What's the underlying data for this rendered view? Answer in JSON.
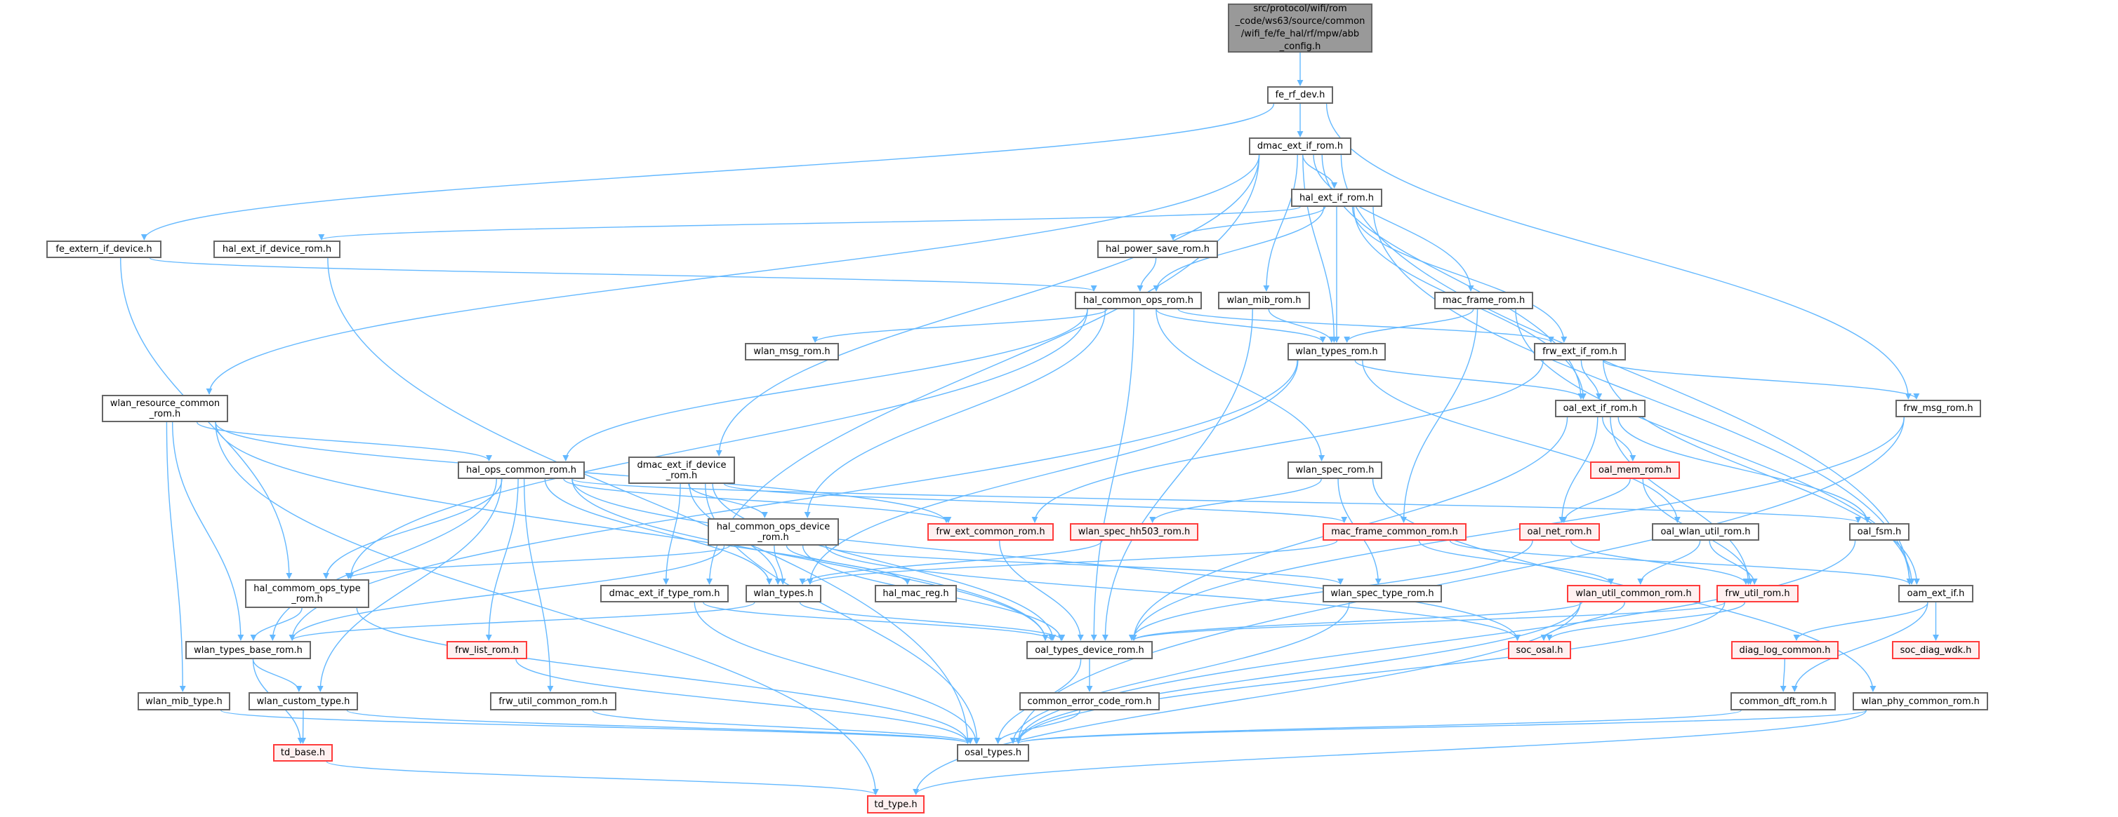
{
  "graph": {
    "type": "include-dependency-graph",
    "edge_color": "#63b8ff",
    "highlight_border_color": "#ff3b3b",
    "root_fill_color": "#999999",
    "nodes": [
      {
        "id": "root",
        "label": "src/protocol/wifi/rom\n_code/ws63/source/common\n/wifi_fe/fe_hal/rf/mpw/abb\n_config.h",
        "kind": "root"
      },
      {
        "id": "fe_rf_dev",
        "label": "fe_rf_dev.h",
        "kind": "normal"
      },
      {
        "id": "dmac_ext_if_rom",
        "label": "dmac_ext_if_rom.h",
        "kind": "normal"
      },
      {
        "id": "hal_ext_if_rom",
        "label": "hal_ext_if_rom.h",
        "kind": "normal"
      },
      {
        "id": "fe_extern_if_device",
        "label": "fe_extern_if_device.h",
        "kind": "normal"
      },
      {
        "id": "hal_ext_if_device_rom",
        "label": "hal_ext_if_device_rom.h",
        "kind": "normal"
      },
      {
        "id": "hal_power_save_rom",
        "label": "hal_power_save_rom.h",
        "kind": "normal"
      },
      {
        "id": "hal_common_ops_rom",
        "label": "hal_common_ops_rom.h",
        "kind": "normal"
      },
      {
        "id": "wlan_mib_rom",
        "label": "wlan_mib_rom.h",
        "kind": "normal"
      },
      {
        "id": "mac_frame_rom",
        "label": "mac_frame_rom.h",
        "kind": "normal"
      },
      {
        "id": "wlan_msg_rom",
        "label": "wlan_msg_rom.h",
        "kind": "normal"
      },
      {
        "id": "wlan_types_rom",
        "label": "wlan_types_rom.h",
        "kind": "normal"
      },
      {
        "id": "frw_ext_if_rom",
        "label": "frw_ext_if_rom.h",
        "kind": "normal"
      },
      {
        "id": "wlan_resource_common_rom",
        "label": "wlan_resource_common\n_rom.h",
        "kind": "normal"
      },
      {
        "id": "oal_ext_if_rom",
        "label": "oal_ext_if_rom.h",
        "kind": "normal"
      },
      {
        "id": "frw_msg_rom",
        "label": "frw_msg_rom.h",
        "kind": "normal"
      },
      {
        "id": "hal_ops_common_rom",
        "label": "hal_ops_common_rom.h",
        "kind": "normal"
      },
      {
        "id": "dmac_ext_if_device_rom",
        "label": "dmac_ext_if_device\n_rom.h",
        "kind": "normal"
      },
      {
        "id": "wlan_spec_rom",
        "label": "wlan_spec_rom.h",
        "kind": "normal"
      },
      {
        "id": "oal_mem_rom",
        "label": "oal_mem_rom.h",
        "kind": "red"
      },
      {
        "id": "hal_common_ops_device_rom",
        "label": "hal_common_ops_device\n_rom.h",
        "kind": "normal"
      },
      {
        "id": "frw_ext_common_rom",
        "label": "frw_ext_common_rom.h",
        "kind": "red"
      },
      {
        "id": "wlan_spec_hh503_rom",
        "label": "wlan_spec_hh503_rom.h",
        "kind": "red"
      },
      {
        "id": "mac_frame_common_rom",
        "label": "mac_frame_common_rom.h",
        "kind": "red"
      },
      {
        "id": "oal_net_rom",
        "label": "oal_net_rom.h",
        "kind": "red"
      },
      {
        "id": "oal_wlan_util_rom",
        "label": "oal_wlan_util_rom.h",
        "kind": "normal"
      },
      {
        "id": "oal_fsm",
        "label": "oal_fsm.h",
        "kind": "normal"
      },
      {
        "id": "hal_commom_ops_type_rom",
        "label": "hal_commom_ops_type\n_rom.h",
        "kind": "normal"
      },
      {
        "id": "dmac_ext_if_type_rom",
        "label": "dmac_ext_if_type_rom.h",
        "kind": "normal"
      },
      {
        "id": "wlan_types",
        "label": "wlan_types.h",
        "kind": "normal"
      },
      {
        "id": "hal_mac_reg",
        "label": "hal_mac_reg.h",
        "kind": "normal"
      },
      {
        "id": "wlan_spec_type_rom",
        "label": "wlan_spec_type_rom.h",
        "kind": "normal"
      },
      {
        "id": "wlan_util_common_rom",
        "label": "wlan_util_common_rom.h",
        "kind": "red"
      },
      {
        "id": "frw_util_rom",
        "label": "frw_util_rom.h",
        "kind": "red"
      },
      {
        "id": "oam_ext_if",
        "label": "oam_ext_if.h",
        "kind": "normal"
      },
      {
        "id": "wlan_types_base_rom",
        "label": "wlan_types_base_rom.h",
        "kind": "normal"
      },
      {
        "id": "frw_list_rom",
        "label": "frw_list_rom.h",
        "kind": "red"
      },
      {
        "id": "oal_types_device_rom",
        "label": "oal_types_device_rom.h",
        "kind": "normal"
      },
      {
        "id": "soc_osal",
        "label": "soc_osal.h",
        "kind": "red"
      },
      {
        "id": "diag_log_common",
        "label": "diag_log_common.h",
        "kind": "red"
      },
      {
        "id": "soc_diag_wdk",
        "label": "soc_diag_wdk.h",
        "kind": "red"
      },
      {
        "id": "wlan_mib_type",
        "label": "wlan_mib_type.h",
        "kind": "normal"
      },
      {
        "id": "wlan_custom_type",
        "label": "wlan_custom_type.h",
        "kind": "normal"
      },
      {
        "id": "frw_util_common_rom",
        "label": "frw_util_common_rom.h",
        "kind": "normal"
      },
      {
        "id": "common_error_code_rom",
        "label": "common_error_code_rom.h",
        "kind": "normal"
      },
      {
        "id": "common_dft_rom",
        "label": "common_dft_rom.h",
        "kind": "normal"
      },
      {
        "id": "wlan_phy_common_rom",
        "label": "wlan_phy_common_rom.h",
        "kind": "normal"
      },
      {
        "id": "td_base",
        "label": "td_base.h",
        "kind": "red"
      },
      {
        "id": "osal_types",
        "label": "osal_types.h",
        "kind": "normal"
      },
      {
        "id": "td_type",
        "label": "td_type.h",
        "kind": "red"
      }
    ],
    "edges": [
      [
        "root",
        "fe_rf_dev"
      ],
      [
        "fe_rf_dev",
        "dmac_ext_if_rom"
      ],
      [
        "fe_rf_dev",
        "fe_extern_if_device"
      ],
      [
        "fe_rf_dev",
        "frw_msg_rom"
      ],
      [
        "dmac_ext_if_rom",
        "hal_ext_if_rom"
      ],
      [
        "dmac_ext_if_rom",
        "wlan_mib_rom"
      ],
      [
        "dmac_ext_if_rom",
        "wlan_types_rom"
      ],
      [
        "dmac_ext_if_rom",
        "mac_frame_rom"
      ],
      [
        "dmac_ext_if_rom",
        "oal_ext_if_rom"
      ],
      [
        "dmac_ext_if_rom",
        "oam_ext_if"
      ],
      [
        "dmac_ext_if_rom",
        "wlan_resource_common_rom"
      ],
      [
        "dmac_ext_if_rom",
        "dmac_ext_if_device_rom"
      ],
      [
        "dmac_ext_if_rom",
        "dmac_ext_if_type_rom"
      ],
      [
        "hal_ext_if_rom",
        "hal_ext_if_device_rom"
      ],
      [
        "hal_ext_if_rom",
        "hal_power_save_rom"
      ],
      [
        "hal_ext_if_rom",
        "hal_common_ops_rom"
      ],
      [
        "hal_ext_if_rom",
        "wlan_types_rom"
      ],
      [
        "hal_ext_if_rom",
        "frw_ext_if_rom"
      ],
      [
        "hal_ext_if_rom",
        "oal_ext_if_rom"
      ],
      [
        "hal_ext_if_rom",
        "oam_ext_if"
      ],
      [
        "hal_power_save_rom",
        "hal_common_ops_rom"
      ],
      [
        "fe_extern_if_device",
        "hal_common_ops_rom"
      ],
      [
        "fe_extern_if_device",
        "hal_commom_ops_type_rom"
      ],
      [
        "hal_ext_if_device_rom",
        "osal_types"
      ],
      [
        "hal_common_ops_rom",
        "wlan_msg_rom"
      ],
      [
        "hal_common_ops_rom",
        "wlan_types_rom"
      ],
      [
        "hal_common_ops_rom",
        "frw_ext_if_rom"
      ],
      [
        "hal_common_ops_rom",
        "hal_ops_common_rom"
      ],
      [
        "hal_common_ops_rom",
        "hal_common_ops_device_rom"
      ],
      [
        "hal_common_ops_rom",
        "wlan_spec_rom"
      ],
      [
        "hal_common_ops_rom",
        "oal_types_device_rom"
      ],
      [
        "hal_common_ops_rom",
        "hal_commom_ops_type_rom"
      ],
      [
        "wlan_mib_rom",
        "wlan_types_rom"
      ],
      [
        "wlan_mib_rom",
        "oal_types_device_rom"
      ],
      [
        "mac_frame_rom",
        "wlan_types_rom"
      ],
      [
        "mac_frame_rom",
        "mac_frame_common_rom"
      ],
      [
        "mac_frame_rom",
        "oam_ext_if"
      ],
      [
        "wlan_types_rom",
        "oal_ext_if_rom"
      ],
      [
        "wlan_types_rom",
        "wlan_types_base_rom"
      ],
      [
        "wlan_types_rom",
        "wlan_types"
      ],
      [
        "wlan_types_rom",
        "oal_wlan_util_rom"
      ],
      [
        "frw_ext_if_rom",
        "oal_ext_if_rom"
      ],
      [
        "frw_ext_if_rom",
        "frw_msg_rom"
      ],
      [
        "frw_ext_if_rom",
        "frw_ext_common_rom"
      ],
      [
        "frw_ext_if_rom",
        "oam_ext_if"
      ],
      [
        "wlan_resource_common_rom",
        "hal_ops_common_rom"
      ],
      [
        "wlan_resource_common_rom",
        "wlan_types_base_rom"
      ],
      [
        "wlan_resource_common_rom",
        "wlan_mib_type"
      ],
      [
        "wlan_resource_common_rom",
        "td_type"
      ],
      [
        "wlan_resource_common_rom",
        "frw_ext_common_rom"
      ],
      [
        "wlan_resource_common_rom",
        "oal_types_device_rom"
      ],
      [
        "oal_ext_if_rom",
        "oal_mem_rom"
      ],
      [
        "oal_ext_if_rom",
        "oal_net_rom"
      ],
      [
        "oal_ext_if_rom",
        "oal_fsm"
      ],
      [
        "oal_ext_if_rom",
        "frw_util_rom"
      ],
      [
        "oal_ext_if_rom",
        "oal_types_device_rom"
      ],
      [
        "frw_msg_rom",
        "oal_types_device_rom"
      ],
      [
        "frw_msg_rom",
        "osal_types"
      ],
      [
        "hal_ops_common_rom",
        "hal_commom_ops_type_rom"
      ],
      [
        "hal_ops_common_rom",
        "wlan_types_base_rom"
      ],
      [
        "hal_ops_common_rom",
        "wlan_custom_type"
      ],
      [
        "hal_ops_common_rom",
        "frw_list_rom"
      ],
      [
        "hal_ops_common_rom",
        "frw_util_common_rom"
      ],
      [
        "hal_ops_common_rom",
        "wlan_types"
      ],
      [
        "hal_ops_common_rom",
        "oal_types_device_rom"
      ],
      [
        "hal_ops_common_rom",
        "frw_ext_common_rom"
      ],
      [
        "hal_ops_common_rom",
        "oal_fsm"
      ],
      [
        "hal_ops_common_rom",
        "soc_osal"
      ],
      [
        "dmac_ext_if_device_rom",
        "hal_common_ops_device_rom"
      ],
      [
        "dmac_ext_if_device_rom",
        "dmac_ext_if_type_rom"
      ],
      [
        "dmac_ext_if_device_rom",
        "wlan_types"
      ],
      [
        "dmac_ext_if_device_rom",
        "oal_types_device_rom"
      ],
      [
        "dmac_ext_if_device_rom",
        "osal_types"
      ],
      [
        "dmac_ext_if_device_rom",
        "mac_frame_common_rom"
      ],
      [
        "wlan_spec_rom",
        "wlan_spec_hh503_rom"
      ],
      [
        "wlan_spec_rom",
        "wlan_spec_type_rom"
      ],
      [
        "wlan_spec_rom",
        "wlan_phy_common_rom"
      ],
      [
        "oal_mem_rom",
        "oal_net_rom"
      ],
      [
        "oal_mem_rom",
        "frw_util_rom"
      ],
      [
        "hal_common_ops_device_rom",
        "hal_commom_ops_type_rom"
      ],
      [
        "hal_common_ops_device_rom",
        "wlan_types_base_rom"
      ],
      [
        "hal_common_ops_device_rom",
        "wlan_types"
      ],
      [
        "hal_common_ops_device_rom",
        "hal_mac_reg"
      ],
      [
        "hal_common_ops_device_rom",
        "oal_types_device_rom"
      ],
      [
        "hal_common_ops_device_rom",
        "wlan_spec_type_rom"
      ],
      [
        "hal_common_ops_device_rom",
        "soc_osal"
      ],
      [
        "frw_ext_common_rom",
        "oal_types_device_rom"
      ],
      [
        "wlan_spec_hh503_rom",
        "wlan_types"
      ],
      [
        "mac_frame_common_rom",
        "wlan_types"
      ],
      [
        "mac_frame_common_rom",
        "wlan_util_common_rom"
      ],
      [
        "mac_frame_common_rom",
        "oam_ext_if"
      ],
      [
        "oal_net_rom",
        "frw_util_rom"
      ],
      [
        "oal_net_rom",
        "oal_types_device_rom"
      ],
      [
        "oal_wlan_util_rom",
        "wlan_util_common_rom"
      ],
      [
        "oal_wlan_util_rom",
        "frw_util_rom"
      ],
      [
        "oal_fsm",
        "osal_types"
      ],
      [
        "hal_commom_ops_type_rom",
        "wlan_types_base_rom"
      ],
      [
        "hal_commom_ops_type_rom",
        "osal_types"
      ],
      [
        "wlan_types",
        "wlan_types_base_rom"
      ],
      [
        "wlan_types",
        "oal_types_device_rom"
      ],
      [
        "dmac_ext_if_type_rom",
        "oal_types_device_rom"
      ],
      [
        "dmac_ext_if_type_rom",
        "osal_types"
      ],
      [
        "wlan_spec_type_rom",
        "osal_types"
      ],
      [
        "wlan_util_common_rom",
        "soc_osal"
      ],
      [
        "wlan_util_common_rom",
        "oal_types_device_rom"
      ],
      [
        "wlan_util_common_rom",
        "osal_types"
      ],
      [
        "wlan_util_common_rom",
        "td_type"
      ],
      [
        "frw_util_rom",
        "soc_osal"
      ],
      [
        "frw_util_rom",
        "oal_types_device_rom"
      ],
      [
        "frw_util_rom",
        "osal_types"
      ],
      [
        "oam_ext_if",
        "diag_log_common"
      ],
      [
        "oam_ext_if",
        "soc_diag_wdk"
      ],
      [
        "oam_ext_if",
        "common_dft_rom"
      ],
      [
        "wlan_types_base_rom",
        "wlan_custom_type"
      ],
      [
        "wlan_types_base_rom",
        "td_base"
      ],
      [
        "frw_list_rom",
        "osal_types"
      ],
      [
        "wlan_mib_type",
        "osal_types"
      ],
      [
        "wlan_custom_type",
        "td_base"
      ],
      [
        "wlan_custom_type",
        "osal_types"
      ],
      [
        "frw_util_common_rom",
        "osal_types"
      ],
      [
        "oal_types_device_rom",
        "common_error_code_rom"
      ],
      [
        "oal_types_device_rom",
        "osal_types"
      ],
      [
        "common_error_code_rom",
        "osal_types"
      ],
      [
        "diag_log_common",
        "common_dft_rom"
      ],
      [
        "common_dft_rom",
        "osal_types"
      ],
      [
        "wlan_phy_common_rom",
        "osal_types"
      ],
      [
        "wlan_phy_common_rom",
        "td_type"
      ],
      [
        "td_base",
        "td_type"
      ]
    ]
  }
}
